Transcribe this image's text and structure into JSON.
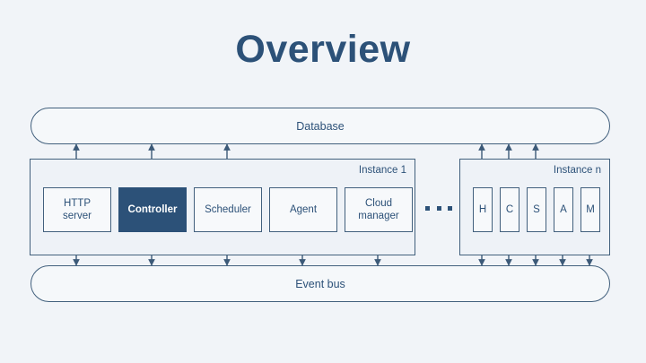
{
  "page": {
    "title": "Overview",
    "background_color": "#f1f4f8",
    "accent_color": "#2c5178",
    "line_color": "#3c5a78"
  },
  "diagram": {
    "type": "architecture-block-diagram",
    "top_bus": {
      "name": "database-bar",
      "label": "Database",
      "shape": "pill"
    },
    "bottom_bus": {
      "name": "event-bus-bar",
      "label": "Event bus",
      "shape": "pill"
    },
    "instances": [
      {
        "name": "instance-1",
        "label": "Instance 1",
        "style": "full",
        "services": [
          {
            "key": "http-server",
            "label": "HTTP\nserver",
            "label_line1": "HTTP",
            "label_line2": "server",
            "highlighted": false,
            "connects_database": true,
            "connects_event_bus": true
          },
          {
            "key": "controller",
            "label": "Controller",
            "label_line1": "Controller",
            "label_line2": "",
            "highlighted": true,
            "connects_database": true,
            "connects_event_bus": true
          },
          {
            "key": "scheduler",
            "label": "Scheduler",
            "label_line1": "Scheduler",
            "label_line2": "",
            "highlighted": false,
            "connects_database": true,
            "connects_event_bus": true
          },
          {
            "key": "agent",
            "label": "Agent",
            "label_line1": "Agent",
            "label_line2": "",
            "highlighted": false,
            "connects_database": false,
            "connects_event_bus": true
          },
          {
            "key": "cloud-manager",
            "label": "Cloud\nmanager",
            "label_line1": "Cloud",
            "label_line2": "manager",
            "highlighted": false,
            "connects_database": false,
            "connects_event_bus": true
          }
        ]
      },
      {
        "name": "instance-n",
        "label": "Instance n",
        "style": "compact",
        "services": [
          {
            "key": "http-server",
            "label": "H",
            "highlighted": false,
            "connects_database": true,
            "connects_event_bus": true
          },
          {
            "key": "controller",
            "label": "C",
            "highlighted": false,
            "connects_database": true,
            "connects_event_bus": true
          },
          {
            "key": "scheduler",
            "label": "S",
            "highlighted": false,
            "connects_database": true,
            "connects_event_bus": true
          },
          {
            "key": "agent",
            "label": "A",
            "highlighted": false,
            "connects_database": false,
            "connects_event_bus": true
          },
          {
            "key": "cloud-manager",
            "label": "M",
            "highlighted": false,
            "connects_database": false,
            "connects_event_bus": true
          }
        ]
      }
    ],
    "ellipsis": {
      "name": "instances-ellipsis",
      "label": "...",
      "meaning": "more instances"
    }
  }
}
